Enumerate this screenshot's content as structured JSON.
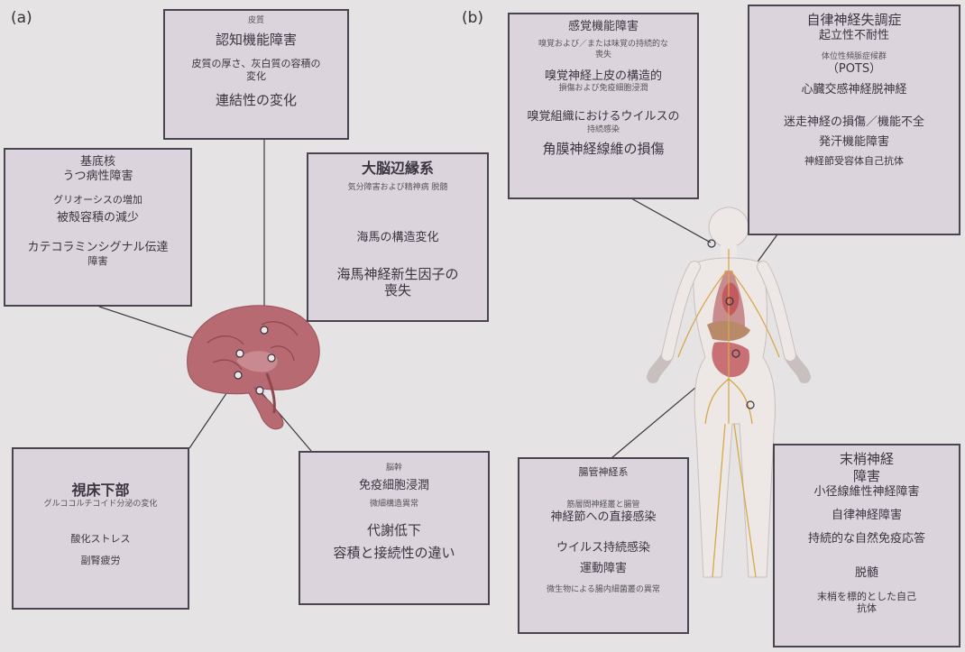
{
  "panels": {
    "a": "(a)",
    "b": "(b)"
  },
  "boxes": {
    "cortex": {
      "header": "皮質",
      "lines": [
        "認知機能障害",
        "皮質の厚さ、灰白質の容積の",
        "変化",
        "連結性の変化"
      ]
    },
    "basal_ganglia": {
      "header": "基底核",
      "lines": [
        "うつ病性障害",
        "グリオーシスの増加",
        "被殻容積の減少",
        "カテコラミンシグナル伝達",
        "障害"
      ]
    },
    "limbic": {
      "header": "大脳辺縁系",
      "lines": [
        "気分障害および精神病 脱髄",
        "海馬の構造変化",
        "海馬神経新生因子の",
        "喪失"
      ]
    },
    "hypothalamus": {
      "header": "視床下部",
      "lines": [
        "グルココルチコイド分泌の変化",
        "酸化ストレス",
        "副腎疲労"
      ]
    },
    "brainstem": {
      "header": "脳幹",
      "lines": [
        "免疫細胞浸潤",
        "微細構造異常",
        "代謝低下",
        "容積と接続性の違い"
      ]
    },
    "sensory": {
      "header": "感覚機能障害",
      "lines": [
        "嗅覚および／または味覚の持続的な",
        "喪失",
        "嗅覚神経上皮の構造的",
        "損傷および免疫細胞浸潤",
        "嗅覚組織におけるウイルスの",
        "持続感染",
        "角膜神経線維の損傷"
      ]
    },
    "autonomic": {
      "header": "自律神経失調症",
      "lines": [
        "起立性不耐性",
        "体位性頻脈症候群",
        "（POTS）",
        "心臓交感神経脱神経",
        "迷走神経の損傷／機能不全",
        "発汗機能障害",
        "神経節受容体自己抗体"
      ]
    },
    "enteric": {
      "header": "腸管神経系",
      "lines": [
        "筋層間神経叢と腸管",
        "神経節への直接感染",
        "ウイルス持続感染",
        "運動障害",
        "微生物による腸内細菌叢の異常"
      ]
    },
    "peripheral": {
      "header": "末梢神経",
      "lines": [
        "障害",
        "小径線維性神経障害",
        "自律神経障害",
        "持続的な自然免疫応答",
        "脱髄",
        "末梢を標的とした自己",
        "抗体"
      ]
    }
  },
  "colors": {
    "background": "#e5e3e3",
    "box_fill": "#dcd4dd",
    "box_border": "#4a4450",
    "brain": "#b86a72",
    "nerve": "#d8a84a",
    "organ": "#c25a60"
  }
}
